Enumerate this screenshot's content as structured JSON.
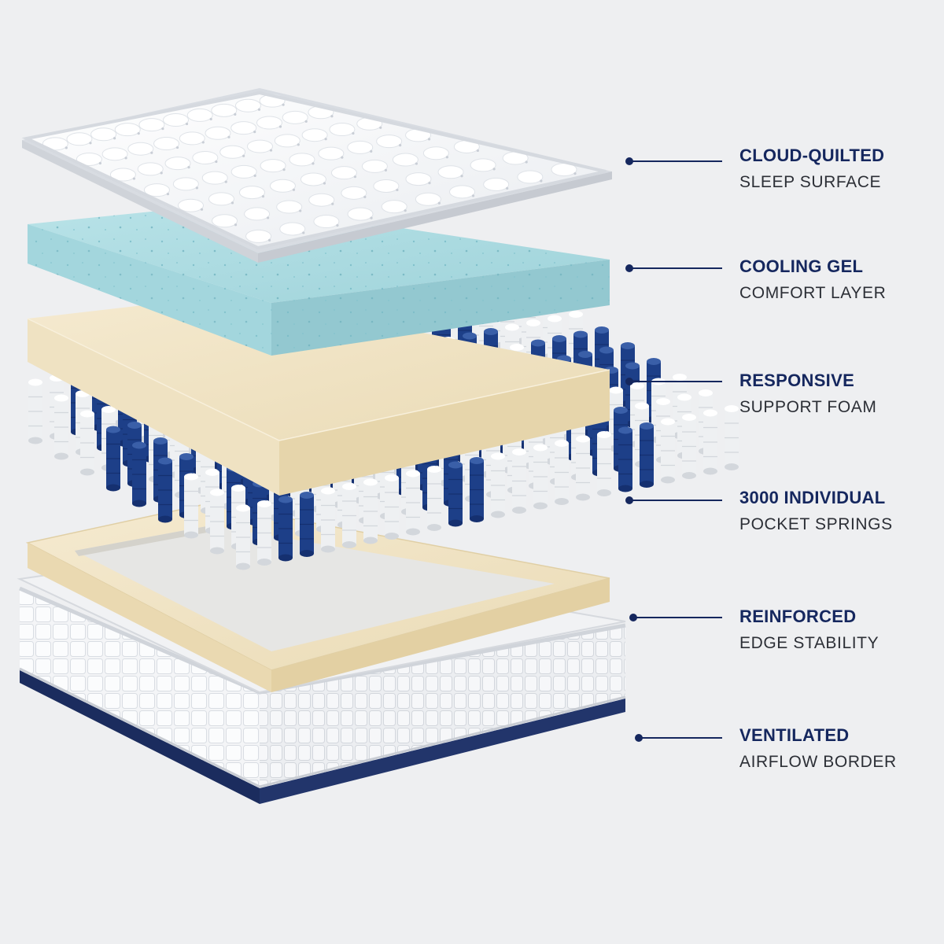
{
  "colors": {
    "background": "#eeeff1",
    "title_text": "#15275e",
    "subtitle_text": "#2c2f36",
    "leader_line": "#15275e",
    "quilt_white": "#fafbfc",
    "gel_blue": "#a9d9df",
    "foam_cream": "#f2e6c9",
    "spring_navy": "#1d3f88",
    "spring_white": "#eef0f2",
    "border_navy": "#1b2c5e"
  },
  "icons": {
    "marker": "dot-marker-icon"
  },
  "layers": [
    {
      "title": "CLOUD-QUILTED",
      "subtitle": "SLEEP SURFACE"
    },
    {
      "title": "COOLING GEL",
      "subtitle": "COMFORT LAYER"
    },
    {
      "title": "RESPONSIVE",
      "subtitle": "SUPPORT FOAM"
    },
    {
      "title": "3000 INDIVIDUAL",
      "subtitle": "POCKET SPRINGS"
    },
    {
      "title": "REINFORCED",
      "subtitle": "EDGE STABILITY"
    },
    {
      "title": "VENTILATED",
      "subtitle": "AIRFLOW BORDER"
    }
  ]
}
